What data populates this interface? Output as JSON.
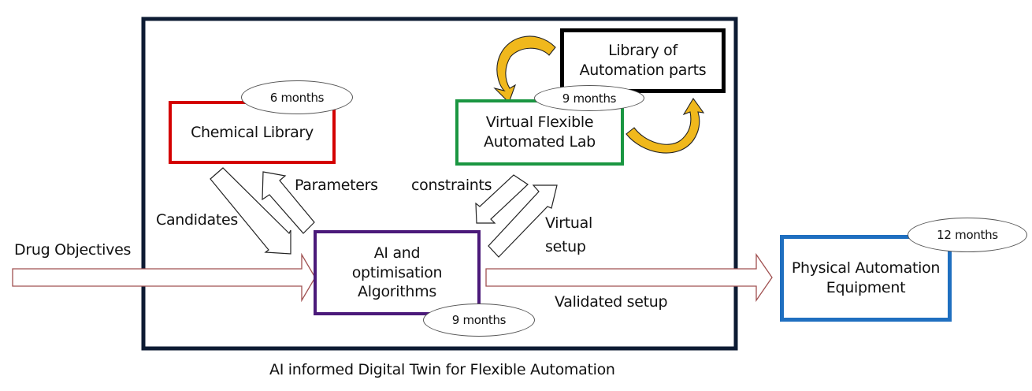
{
  "diagram": {
    "caption": "AI informed Digital Twin for Flexible Automation",
    "nodes": {
      "chemical_library": {
        "label": "Chemical Library",
        "duration": "6 months",
        "color": "#d40000"
      },
      "library_parts": {
        "label_line1": "Library of",
        "label_line2": "Automation parts",
        "color": "#000000"
      },
      "virtual_lab": {
        "label_line1": "Virtual Flexible",
        "label_line2": "Automated Lab",
        "duration": "9 months",
        "color": "#1a9641"
      },
      "ai_algorithms": {
        "label_line1": "AI and",
        "label_line2": "optimisation",
        "label_line3": "Algorithms",
        "duration": "9 months",
        "color": "#4b1a7a"
      },
      "physical_equipment": {
        "label_line1": "Physical Automation",
        "label_line2": "Equipment",
        "duration": "12 months",
        "color": "#1f6fc0"
      }
    },
    "edges": {
      "drug_objectives": "Drug Objectives",
      "candidates": "Candidates",
      "parameters": "Parameters",
      "constraints": "constraints",
      "virtual_setup_line1": "Virtual",
      "virtual_setup_line2": "setup",
      "validated_setup": "Validated setup"
    },
    "colors": {
      "frame": "#0d1b33",
      "cycle_arrow": "#f0b81c",
      "flow_arrow_outline": "#a05050"
    }
  }
}
